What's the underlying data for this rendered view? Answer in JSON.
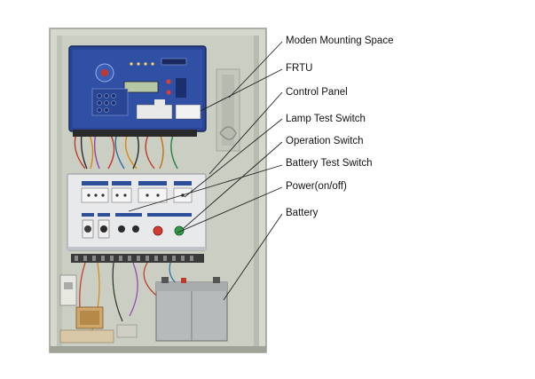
{
  "callouts": [
    {
      "id": "modem",
      "label": "Moden Mounting Space"
    },
    {
      "id": "frtu",
      "label": "FRTU"
    },
    {
      "id": "control",
      "label": "Control Panel"
    },
    {
      "id": "lamp",
      "label": "Lamp Test Switch"
    },
    {
      "id": "operation",
      "label": "Operation Switch"
    },
    {
      "id": "battery_test",
      "label": "Battery Test Switch"
    },
    {
      "id": "power",
      "label": "Power(on/off)"
    },
    {
      "id": "battery",
      "label": "Battery"
    }
  ],
  "colors": {
    "cabinet": "#d9dccf",
    "cabinet_inner": "#c9ccbf",
    "frtu_blue": "#2c4aa0",
    "panel_gray": "#e4e6e8",
    "battery_gray": "#b9bcbd",
    "leader": "#222222"
  }
}
